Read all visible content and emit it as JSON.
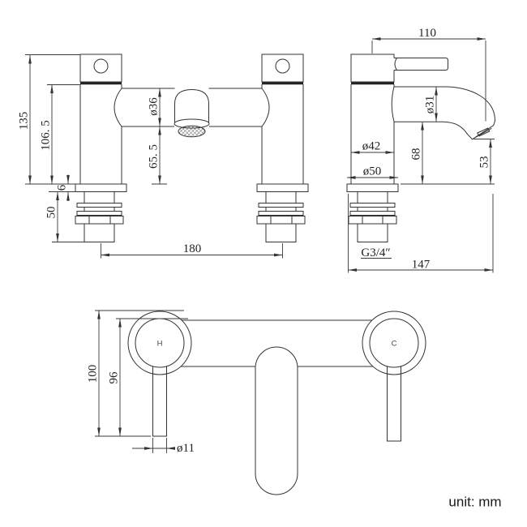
{
  "unit_note": "unit: mm",
  "colors": {
    "line": "#333333",
    "background": "#ffffff",
    "text": "#222222"
  },
  "views": {
    "front": {
      "total_height": "135",
      "body_height": "106. 5",
      "deck_thickness": "6",
      "tail_length": "50",
      "spout_diameter": "ø36",
      "spout_clearance": "65. 5",
      "hole_centers": "180"
    },
    "side": {
      "handle_reach": "110",
      "spout_tube_diameter": "ø31",
      "body_diameter": "ø42",
      "base_diameter": "ø50",
      "spout_height": "68",
      "outlet_height": "53",
      "thread_size": "G3/4″",
      "overall_depth": "147"
    },
    "plan": {
      "handle_overall_length": "100",
      "handle_length": "96",
      "lever_diameter": "ø11",
      "hot_label": "H",
      "cold_label": "C"
    }
  }
}
